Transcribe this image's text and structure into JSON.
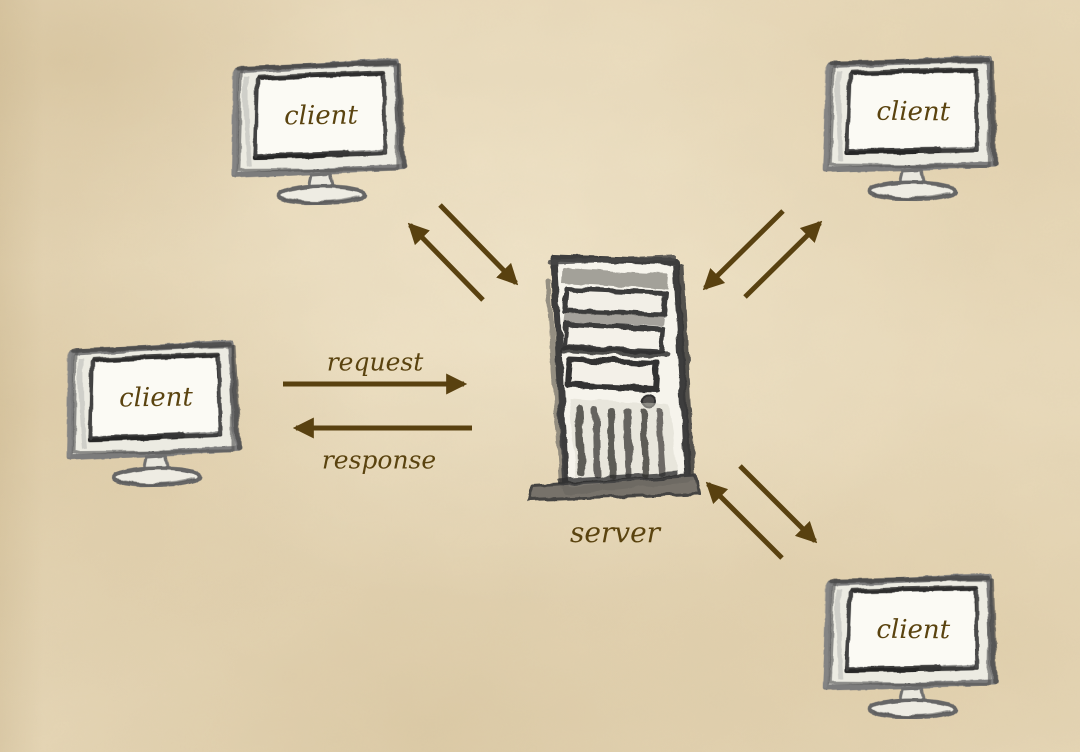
{
  "diagram": {
    "clients": [
      {
        "position": "top-left",
        "label": "client"
      },
      {
        "position": "top-right",
        "label": "client"
      },
      {
        "position": "middle-left",
        "label": "client"
      },
      {
        "position": "bottom-right",
        "label": "client"
      }
    ],
    "server": {
      "label": "server"
    },
    "messages": {
      "request": "request",
      "response": "response"
    },
    "colors": {
      "paper": "#e9dabb",
      "ink": "#594110",
      "pencil": "#4c4c4c",
      "screen_fill": "#fbfaf4"
    },
    "icons": {
      "client": "monitor-sketch-icon",
      "server": "server-tower-sketch-icon"
    }
  }
}
